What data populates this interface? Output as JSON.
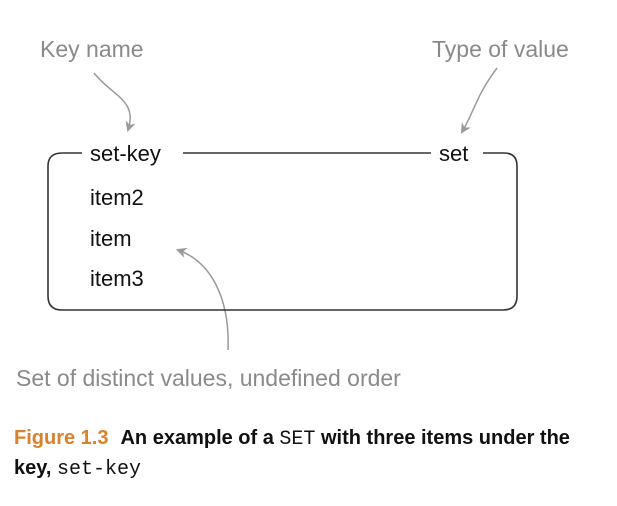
{
  "diagram": {
    "annotations": {
      "key_name": "Key name",
      "type_of_value": "Type of value",
      "set_description": "Set of distinct values, undefined order"
    },
    "box": {
      "key": "set-key",
      "type": "set",
      "items": [
        "item2",
        "item",
        "item3"
      ]
    },
    "colors": {
      "annotation_text": "#8a8a8a",
      "box_stroke": "#333333",
      "caption_label": "#d9822b"
    }
  },
  "caption": {
    "label": "Figure 1.3",
    "text_part1": "An example of a ",
    "code1": "SET",
    "text_part2": " with three items under the key, ",
    "code2": "set-key"
  }
}
